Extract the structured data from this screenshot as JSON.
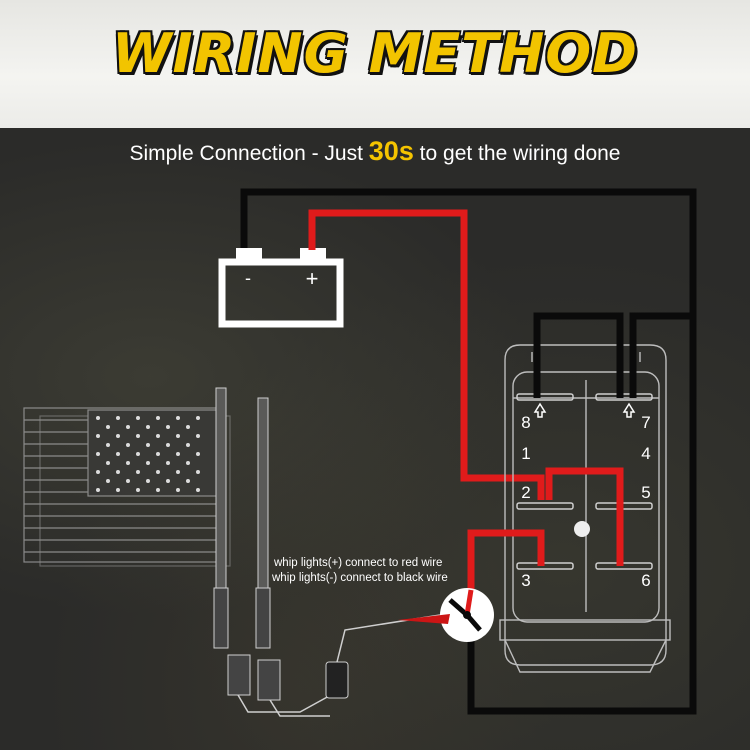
{
  "header": {
    "title": "WIRING METHOD"
  },
  "subtitle": {
    "prefix": "Simple Connection - Just ",
    "highlight": "30s",
    "suffix": " to get the wiring done"
  },
  "battery": {
    "negative": "-",
    "positive": "+"
  },
  "switch": {
    "pins": [
      "1",
      "2",
      "3",
      "4",
      "5",
      "6",
      "7",
      "8"
    ]
  },
  "notes": {
    "positive": "whip lights(+) connect to red wire",
    "negative": "whip lights(-) connect to black wire"
  },
  "colors": {
    "title": "#f2c400",
    "highlight": "#f5c400",
    "red_wire": "#e01b1b",
    "black_wire": "#0a0a0a"
  }
}
